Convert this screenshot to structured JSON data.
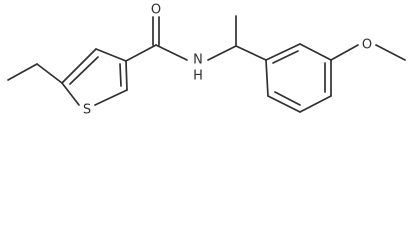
{
  "molecule": {
    "atoms": {
      "sulfur": "S",
      "carbonyl_oxygen": "O",
      "amide_nitrogen": "N",
      "amide_hydrogen": "H",
      "methoxy_oxygen": "O"
    },
    "colors": {
      "ink": "#303030",
      "background": "#ffffff"
    }
  }
}
